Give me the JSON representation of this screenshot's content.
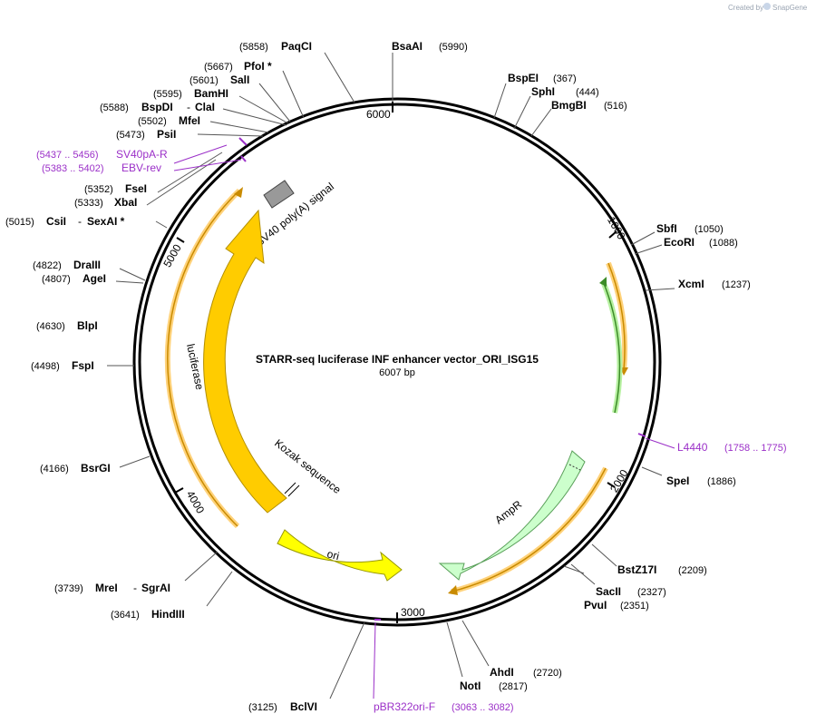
{
  "credit": {
    "prefix": "Created by",
    "brand": "SnapGene"
  },
  "plasmid": {
    "name": "STARR-seq luciferase INF enhancer vector_ORI_ISG15",
    "length_label": "6007 bp"
  },
  "ticks": [
    "1000",
    "2000",
    "3000",
    "4000",
    "5000",
    "6000"
  ],
  "features": {
    "sv40": "SV40 poly(A) signal",
    "luciferase": "luciferase",
    "kozak": "Kozak sequence",
    "ori": "ori",
    "ampr": "AmpR"
  },
  "sites": [
    {
      "name": "PaqCI",
      "pos": "(5858)"
    },
    {
      "name": "BsaAI",
      "pos": "(5990)"
    },
    {
      "name": "PfoI *",
      "pos": "(5667)"
    },
    {
      "name": "SalI",
      "pos": "(5601)"
    },
    {
      "name": "BamHI",
      "pos": "(5595)"
    },
    {
      "name": "BspDI",
      "pos": "(5588)",
      "alt": "ClaI"
    },
    {
      "name": "MfeI",
      "pos": "(5502)"
    },
    {
      "name": "PsiI",
      "pos": "(5473)"
    },
    {
      "name": "FseI",
      "pos": "(5352)"
    },
    {
      "name": "XbaI",
      "pos": "(5333)"
    },
    {
      "name": "CsiI",
      "pos": "(5015)",
      "alt": "SexAI *"
    },
    {
      "name": "DraIII",
      "pos": "(4822)"
    },
    {
      "name": "AgeI",
      "pos": "(4807)"
    },
    {
      "name": "BlpI",
      "pos": "(4630)"
    },
    {
      "name": "FspI",
      "pos": "(4498)"
    },
    {
      "name": "BsrGI",
      "pos": "(4166)"
    },
    {
      "name": "MreI",
      "pos": "(3739)",
      "alt": "SgrAI"
    },
    {
      "name": "HindIII",
      "pos": "(3641)"
    },
    {
      "name": "BclVI",
      "pos": "(3125)"
    },
    {
      "name": "NotI",
      "pos": "(2817)"
    },
    {
      "name": "AhdI",
      "pos": "(2720)"
    },
    {
      "name": "PvuI",
      "pos": "(2351)"
    },
    {
      "name": "SacII",
      "pos": "(2327)"
    },
    {
      "name": "BstZ17I",
      "pos": "(2209)"
    },
    {
      "name": "SpeI",
      "pos": "(1886)"
    },
    {
      "name": "XcmI",
      "pos": "(1237)"
    },
    {
      "name": "EcoRI",
      "pos": "(1088)"
    },
    {
      "name": "SbfI",
      "pos": "(1050)"
    },
    {
      "name": "BmgBI",
      "pos": "(516)"
    },
    {
      "name": "SphI",
      "pos": "(444)"
    },
    {
      "name": "BspEI",
      "pos": "(367)"
    }
  ],
  "primers": [
    {
      "name": "SV40pA-R",
      "range": "(5437 .. 5456)"
    },
    {
      "name": "EBV-rev",
      "range": "(5383 .. 5402)"
    },
    {
      "name": "L4440",
      "range": "(1758 .. 1775)"
    },
    {
      "name": "pBR322ori-F",
      "range": "(3063 .. 3082)"
    }
  ],
  "separator": "-",
  "colors": {
    "luciferase": "#ffcc00",
    "ori": "#ffff00",
    "ampr": "#ccffcc",
    "sv40": "#999999",
    "primer": "#9b30c8",
    "backbone": "#000000"
  }
}
